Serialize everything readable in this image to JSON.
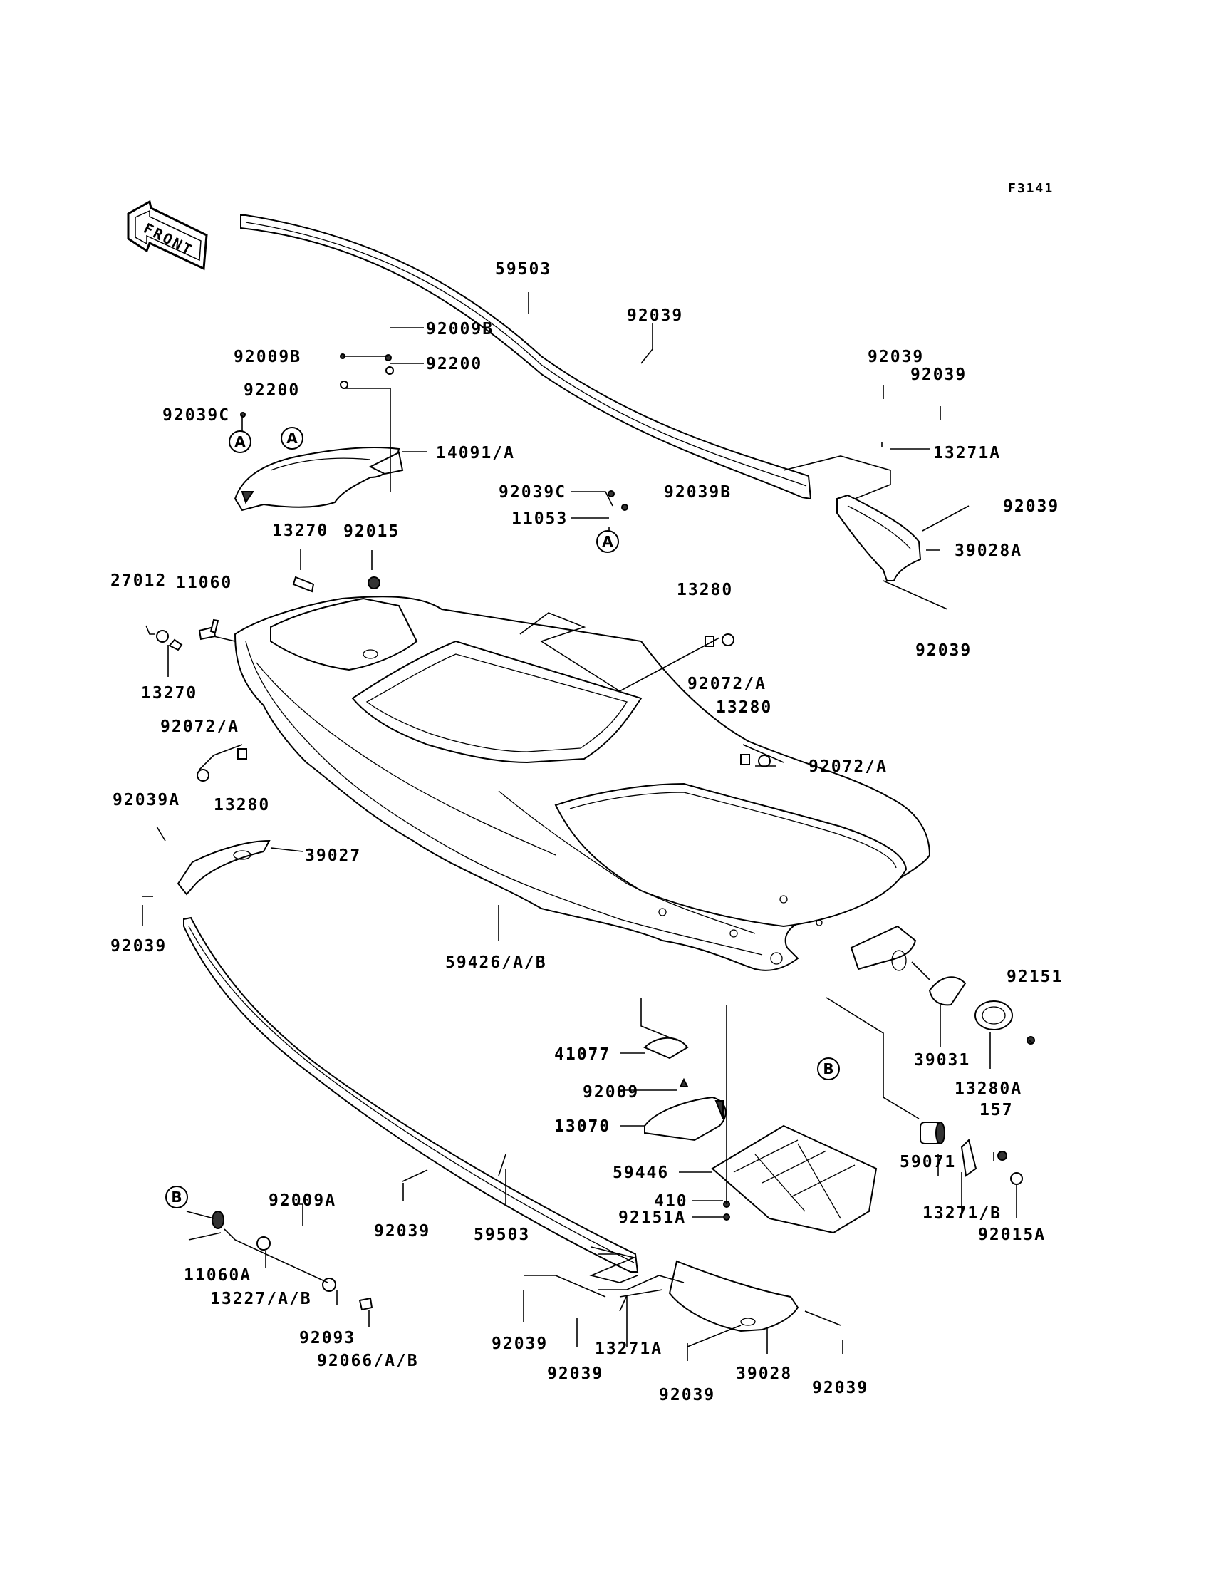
{
  "figure_code": "F3141",
  "front_label": "FRONT",
  "markers": {
    "a": "A",
    "b": "B"
  },
  "labels": {
    "l59503_top": "59503",
    "l92039_top": "92039",
    "l92009B_top": "92009B",
    "l92200_top": "92200",
    "l92009B_left": "92009B",
    "l92200_left": "92200",
    "l92039C_left": "92039C",
    "l14091A": "14091/A",
    "l92039_r1": "92039",
    "l92039_r2": "92039",
    "l13271A_top": "13271A",
    "l92039C_mid": "92039C",
    "l92039B_mid": "92039B",
    "l11053": "11053",
    "l92039_r3": "92039",
    "l39028A": "39028A",
    "l92039_r4": "92039",
    "l13270_top": "13270",
    "l92015": "92015",
    "l27012": "27012",
    "l11060": "11060",
    "l13270_left": "13270",
    "l13280_a": "13280",
    "l92072A_a": "92072/A",
    "l13280_b": "13280",
    "l92072A_left": "92072/A",
    "l92072A_right": "92072/A",
    "l13280_c": "13280",
    "l92039A": "92039A",
    "l39027": "39027",
    "l92039_left": "92039",
    "l59426": "59426/A/B",
    "l92151": "92151",
    "l39031": "39031",
    "l13280A": "13280A",
    "l41077": "41077",
    "l92009": "92009",
    "l13070": "13070",
    "l157": "157",
    "l59071": "59071",
    "l13271B": "13271/B",
    "l92015A": "92015A",
    "l59446": "59446",
    "l410": "410",
    "l92151A": "92151A",
    "l92009A": "92009A",
    "l11060A": "11060A",
    "l13227": "13227/A/B",
    "l92093": "92093",
    "l92066": "92066/A/B",
    "l92039_bot1": "92039",
    "l59503_bot": "59503",
    "l92039_bot2": "92039",
    "l92039_bot3": "92039",
    "l13271A_bot": "13271A",
    "l92039_bot4": "92039",
    "l39028": "39028",
    "l92039_bot5": "92039"
  }
}
